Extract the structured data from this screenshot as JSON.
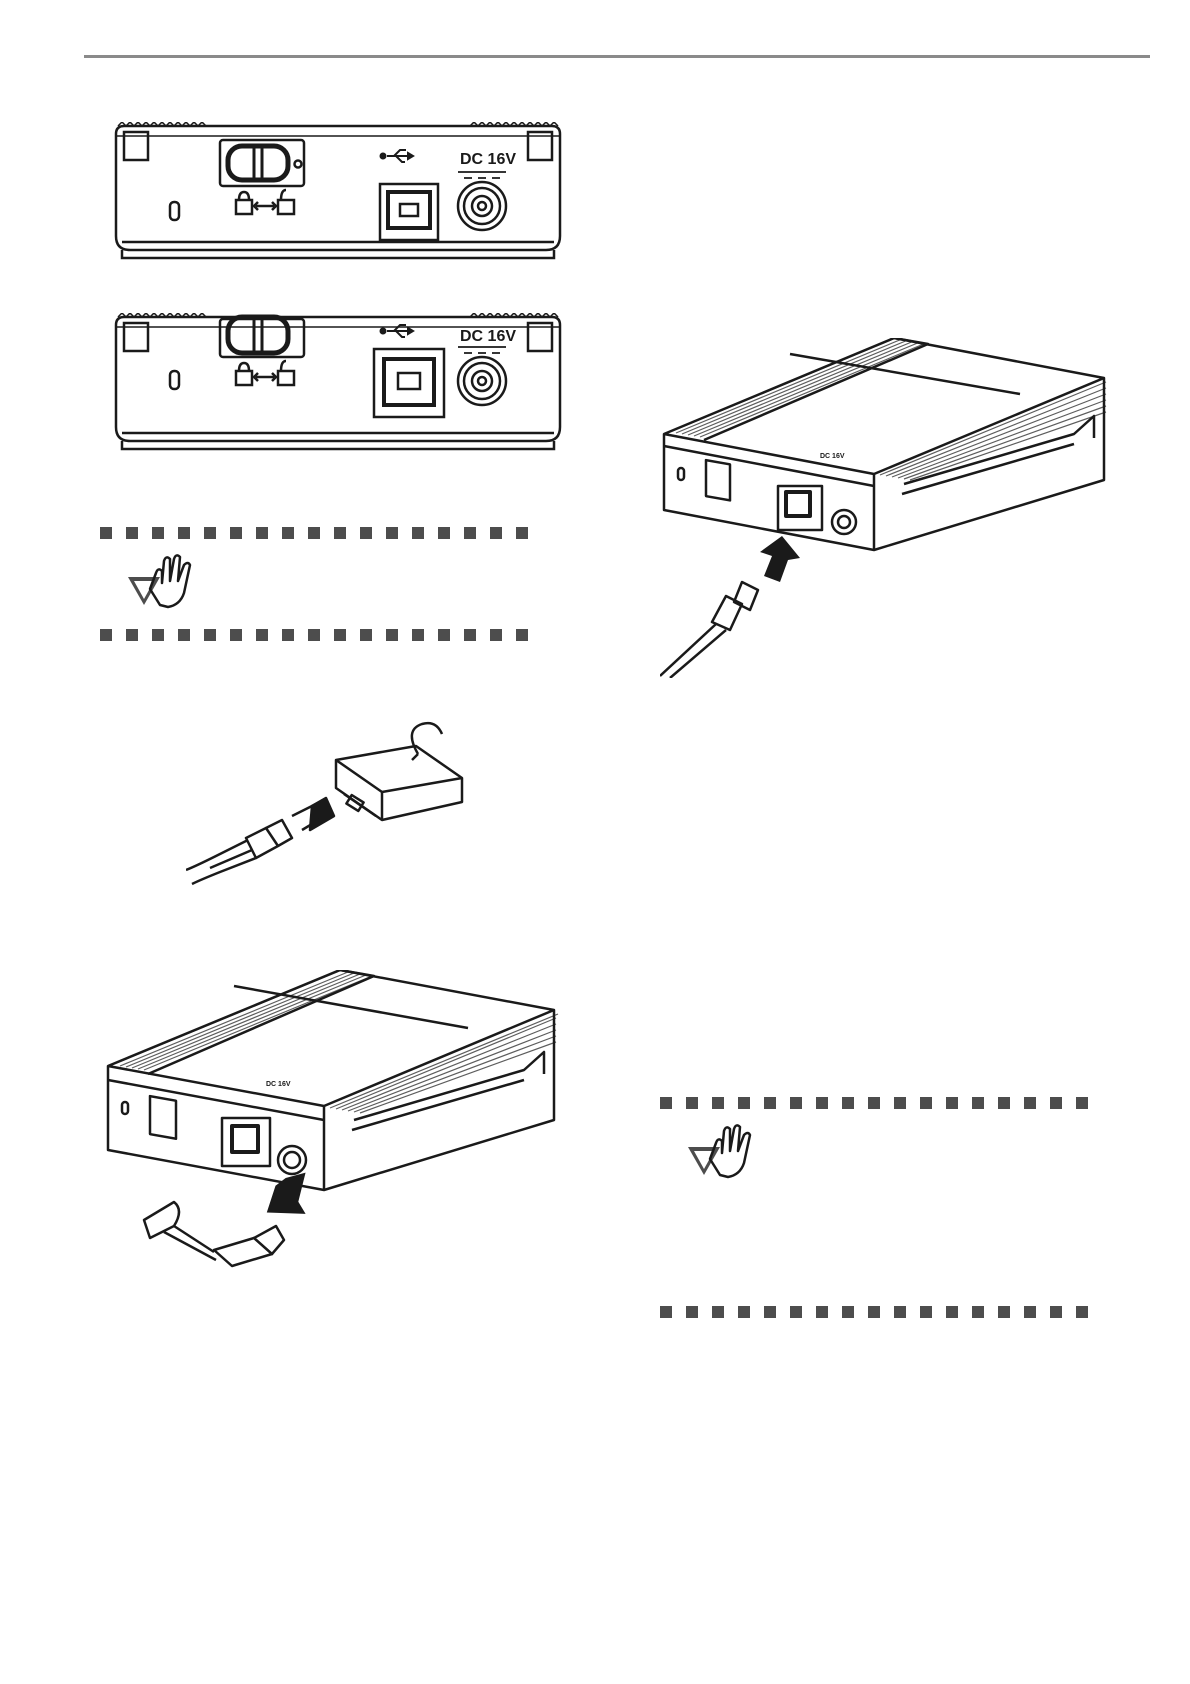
{
  "header": {},
  "figures": {
    "rear_panel_locked": {
      "usb_symbol": "usb-icon",
      "power_label": "DC 16V"
    },
    "rear_panel_unlocked": {
      "usb_symbol": "usb-icon",
      "power_label": "DC 16V"
    },
    "ac_adapter": {},
    "scanner_power_connect": {
      "power_label": "DC 16V"
    },
    "scanner_usb_connect": {
      "power_label": "DC 16V"
    }
  },
  "notes": [
    {
      "icon": "caution-hand-icon"
    },
    {
      "icon": "caution-hand-icon"
    }
  ],
  "colors": {
    "line": "#1a1a1a",
    "dots": "#4d4d4d",
    "rule": "#8a8a8a"
  }
}
